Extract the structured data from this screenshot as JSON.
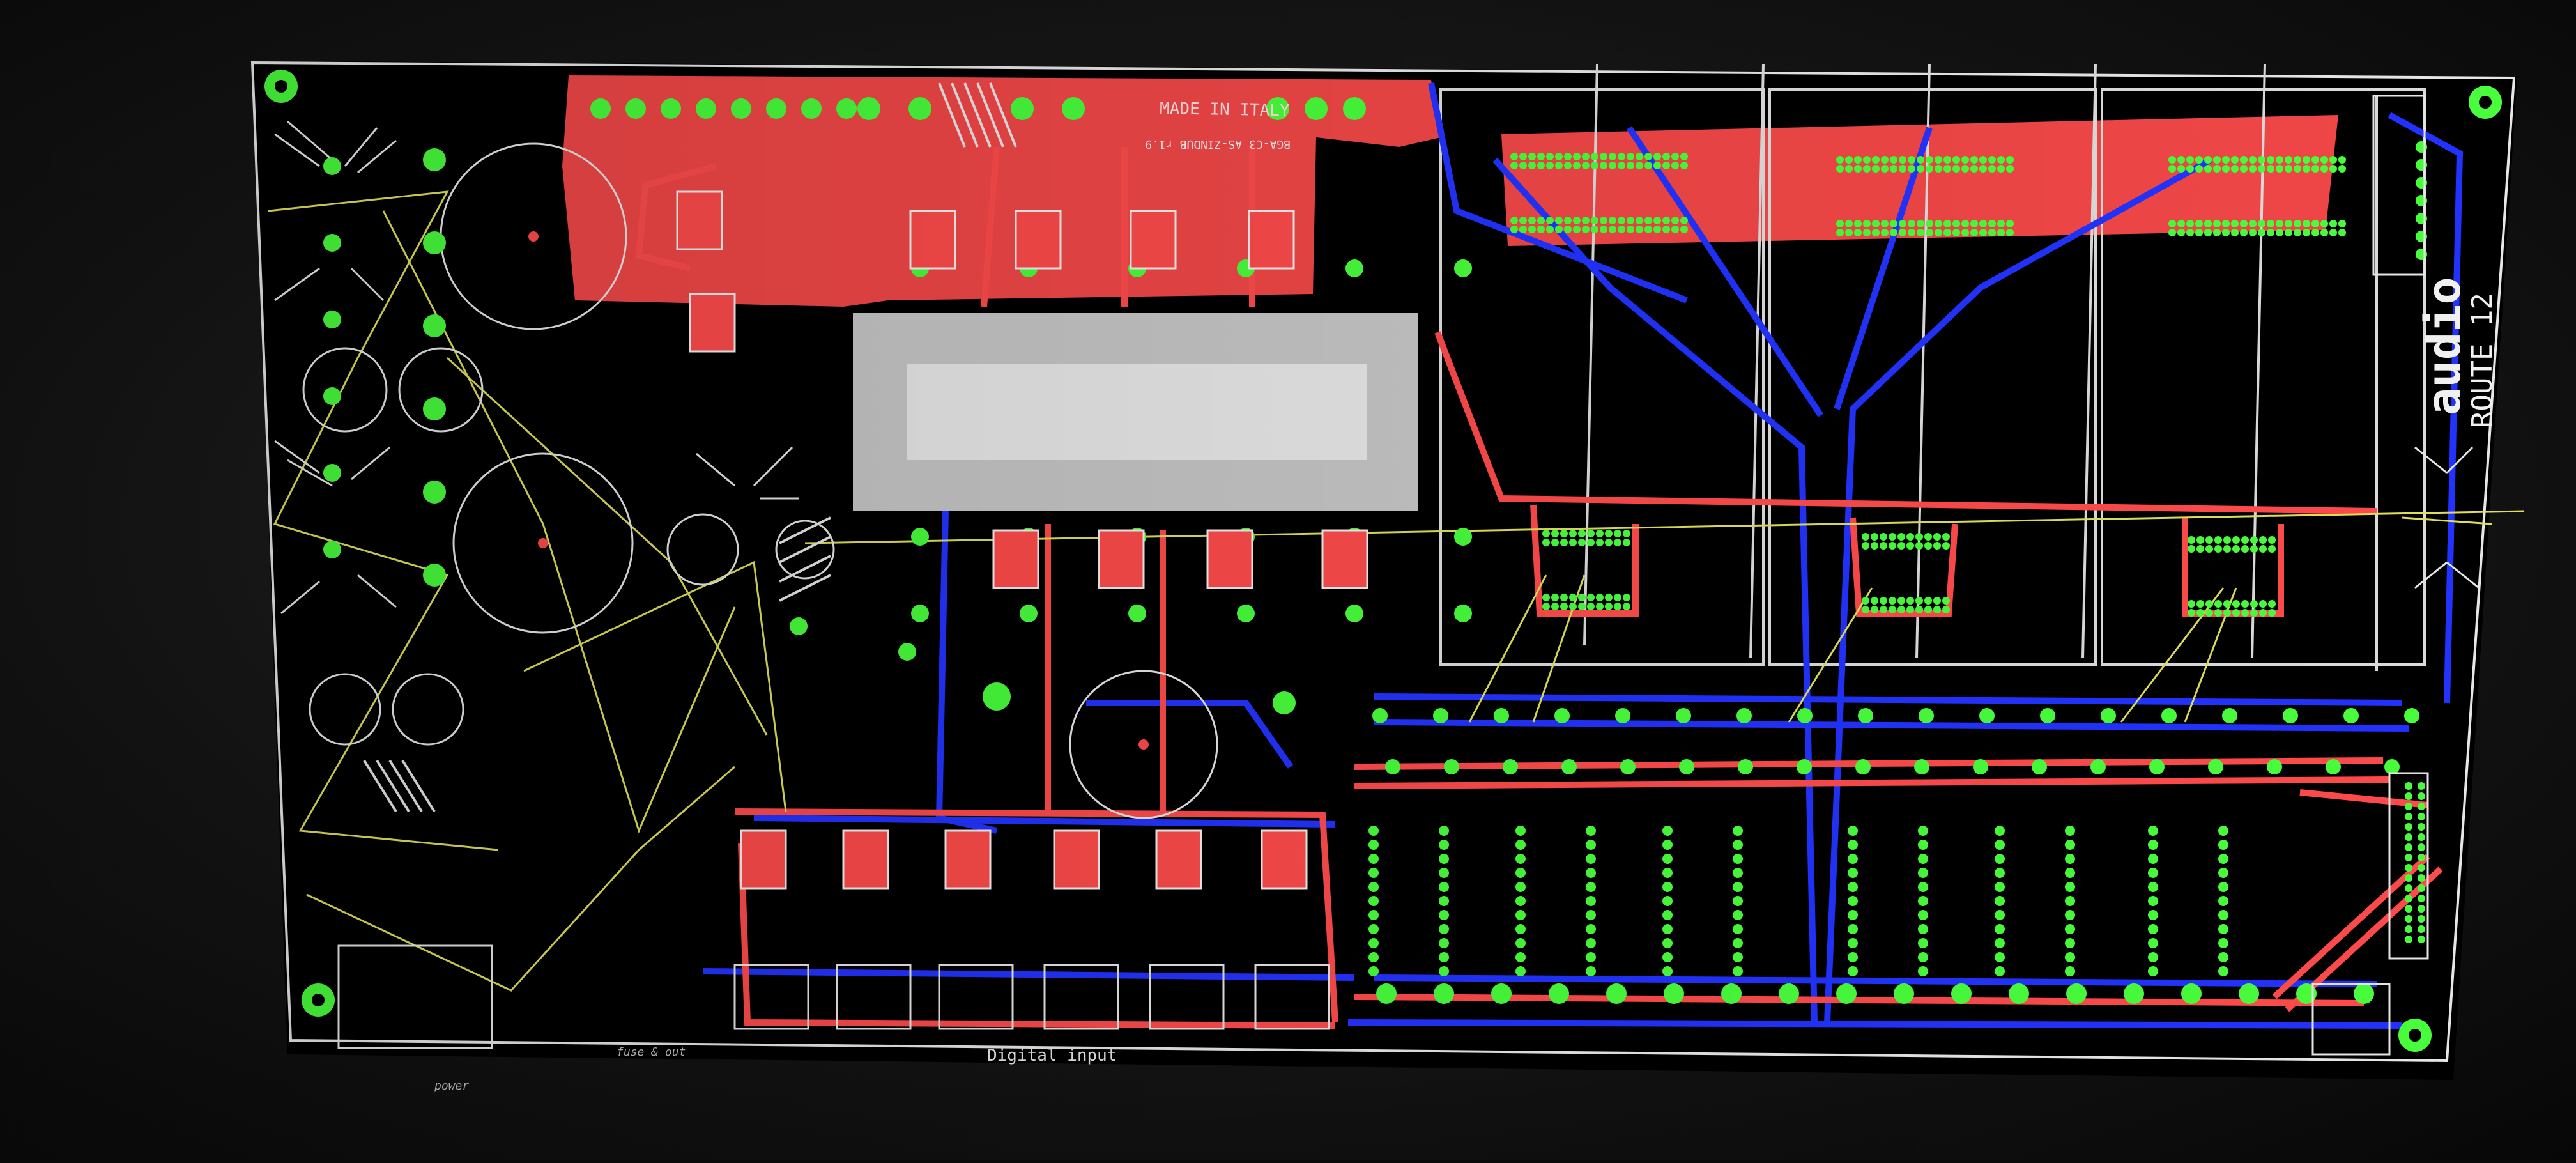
{
  "board": {
    "label_made": "MADE IN ITALY",
    "label_code": "BGA-C3  AS-ZINDUB  r1.9",
    "brand": "audio",
    "model": "ROUTE 12",
    "footer_digital": "Digital input",
    "footer_left1": "power",
    "footer_left2": "fuse & out"
  },
  "colors": {
    "background": "#000000",
    "outline": "#e6e6e6",
    "top_copper": "#ff4b4b",
    "bottom_copper": "#2233ff",
    "pads": "#49ff3c",
    "ratsnest": "#e6e65a",
    "silkscreen": "#f2f2f2"
  }
}
